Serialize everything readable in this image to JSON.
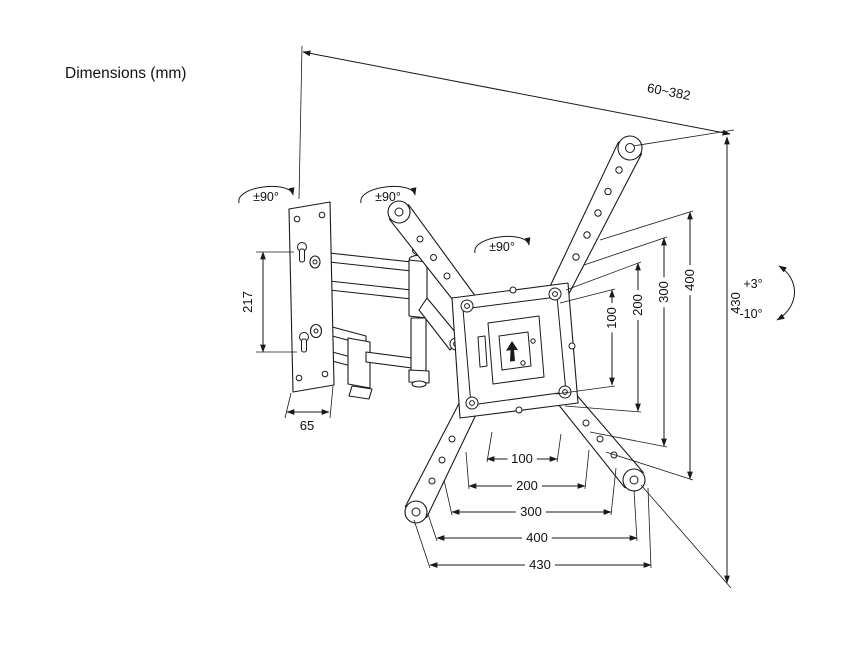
{
  "title": "Dimensions (mm)",
  "ink_color": "#1a1a1a",
  "dims": {
    "arm_extension": "60~382",
    "overall_height": "430",
    "overall_width": "430",
    "wall_plate_height": "217",
    "wall_plate_width": "65",
    "vesa_vertical": {
      "v100": "100",
      "v200": "200",
      "v300": "300",
      "v400": "400"
    },
    "vesa_horizontal": {
      "h100": "100",
      "h200": "200",
      "h300": "300",
      "h400": "400"
    }
  },
  "angles": {
    "swivel_wall": "±90°",
    "swivel_elbow": "±90°",
    "swivel_head": "±90°",
    "tilt_up": "+3°",
    "tilt_down": "-10°"
  }
}
